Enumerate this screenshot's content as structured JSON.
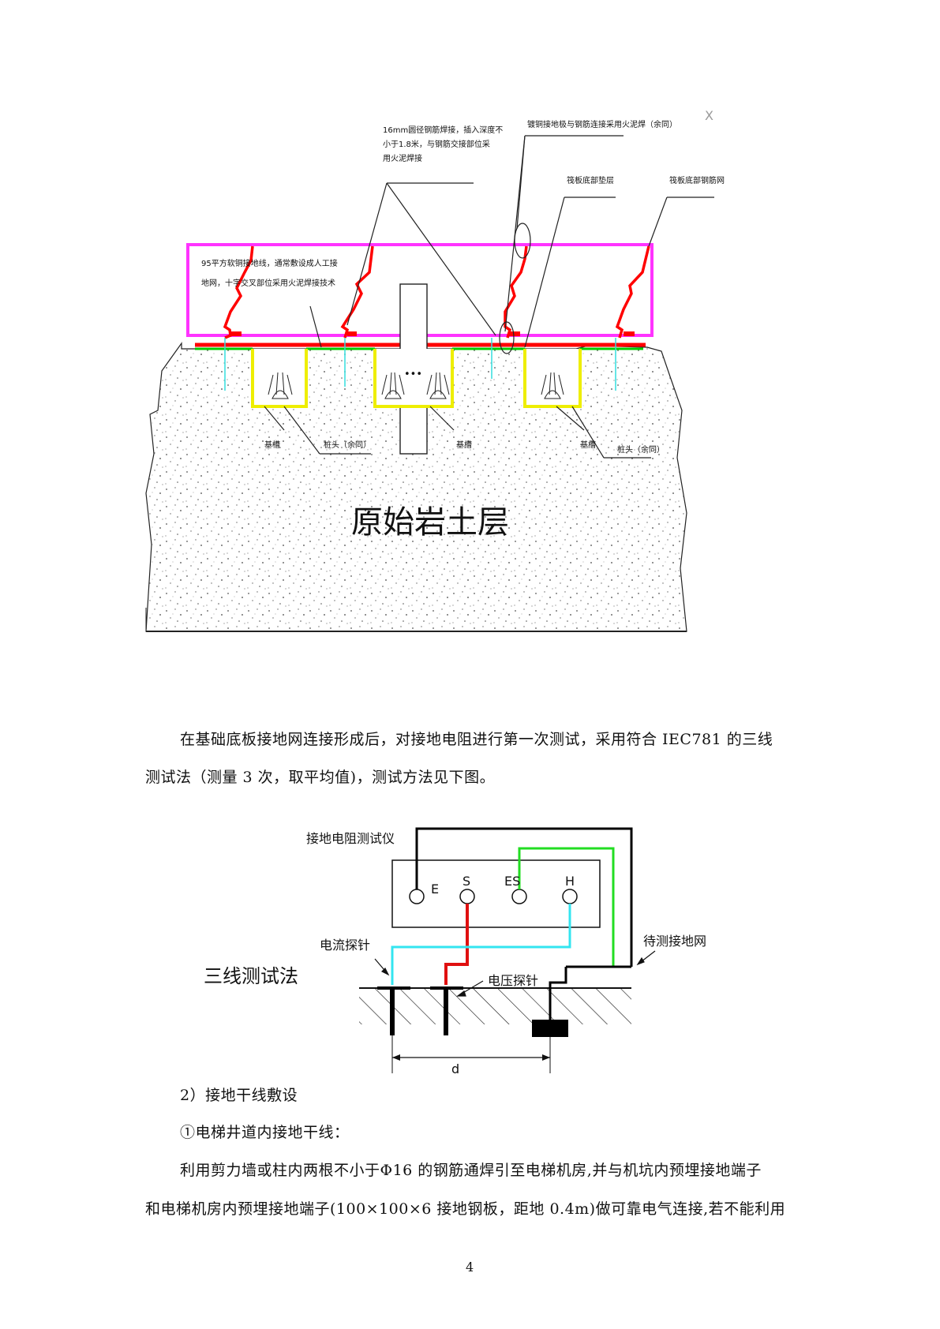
{
  "figure1": {
    "top_note_1": [
      "16mm圆径钢筋焊接，插入深度不",
      "小于1.8米，与钢筋交接部位采",
      "用火泥焊接"
    ],
    "top_note_2": "镀铜接地极与钢筋连接采用火泥焊（余同）",
    "label_a": "筏板底部垫层",
    "label_b": "筏板底部钢筋网",
    "left_note": [
      "95平方软铜接地线，通常敷设成人工接",
      "地网，十字交叉部位采用火泥焊接技术"
    ],
    "dots": "•••",
    "well_left": "基槽",
    "well_right": "基槽",
    "well_mid": "基槽",
    "cap_left": "桩头（余同）",
    "cap_right": "桩头（余同）",
    "soil_label": "原始岩土层",
    "corner_mark": "X"
  },
  "paragraph1": {
    "line1": "在基础底板接地网连接形成后，对接地电阻进行第一次测试，采用符合 IEC781 的三线",
    "line2": "测试法（测量 3 次，取平均值)，测试方法见下图。"
  },
  "figure2": {
    "instrument_label": "接地电阻测试仪",
    "terminal_e": "E",
    "terminal_s": "S",
    "terminal_es": "ES",
    "terminal_h": "H",
    "current_probe": "电流探针",
    "voltage_probe": "电压探针",
    "grid_label": "待测接地网",
    "method_title": "三线测试法",
    "distance": "d",
    "colors": {
      "cyan": "#33e5f0",
      "red": "#e01010",
      "green": "#22dd22",
      "black": "#000000"
    }
  },
  "section": {
    "heading": "2）接地干线敷设",
    "subheading": "①电梯井道内接地干线：",
    "line1": "利用剪力墙或柱内两根不小于Φ16 的钢筋通焊引至电梯机房,并与机坑内预埋接地端子",
    "line2": "和电梯机房内预埋接地端子(100×100×6 接地钢板，距地 0.4m)做可靠电气连接,若不能利用"
  },
  "page_number": "4"
}
